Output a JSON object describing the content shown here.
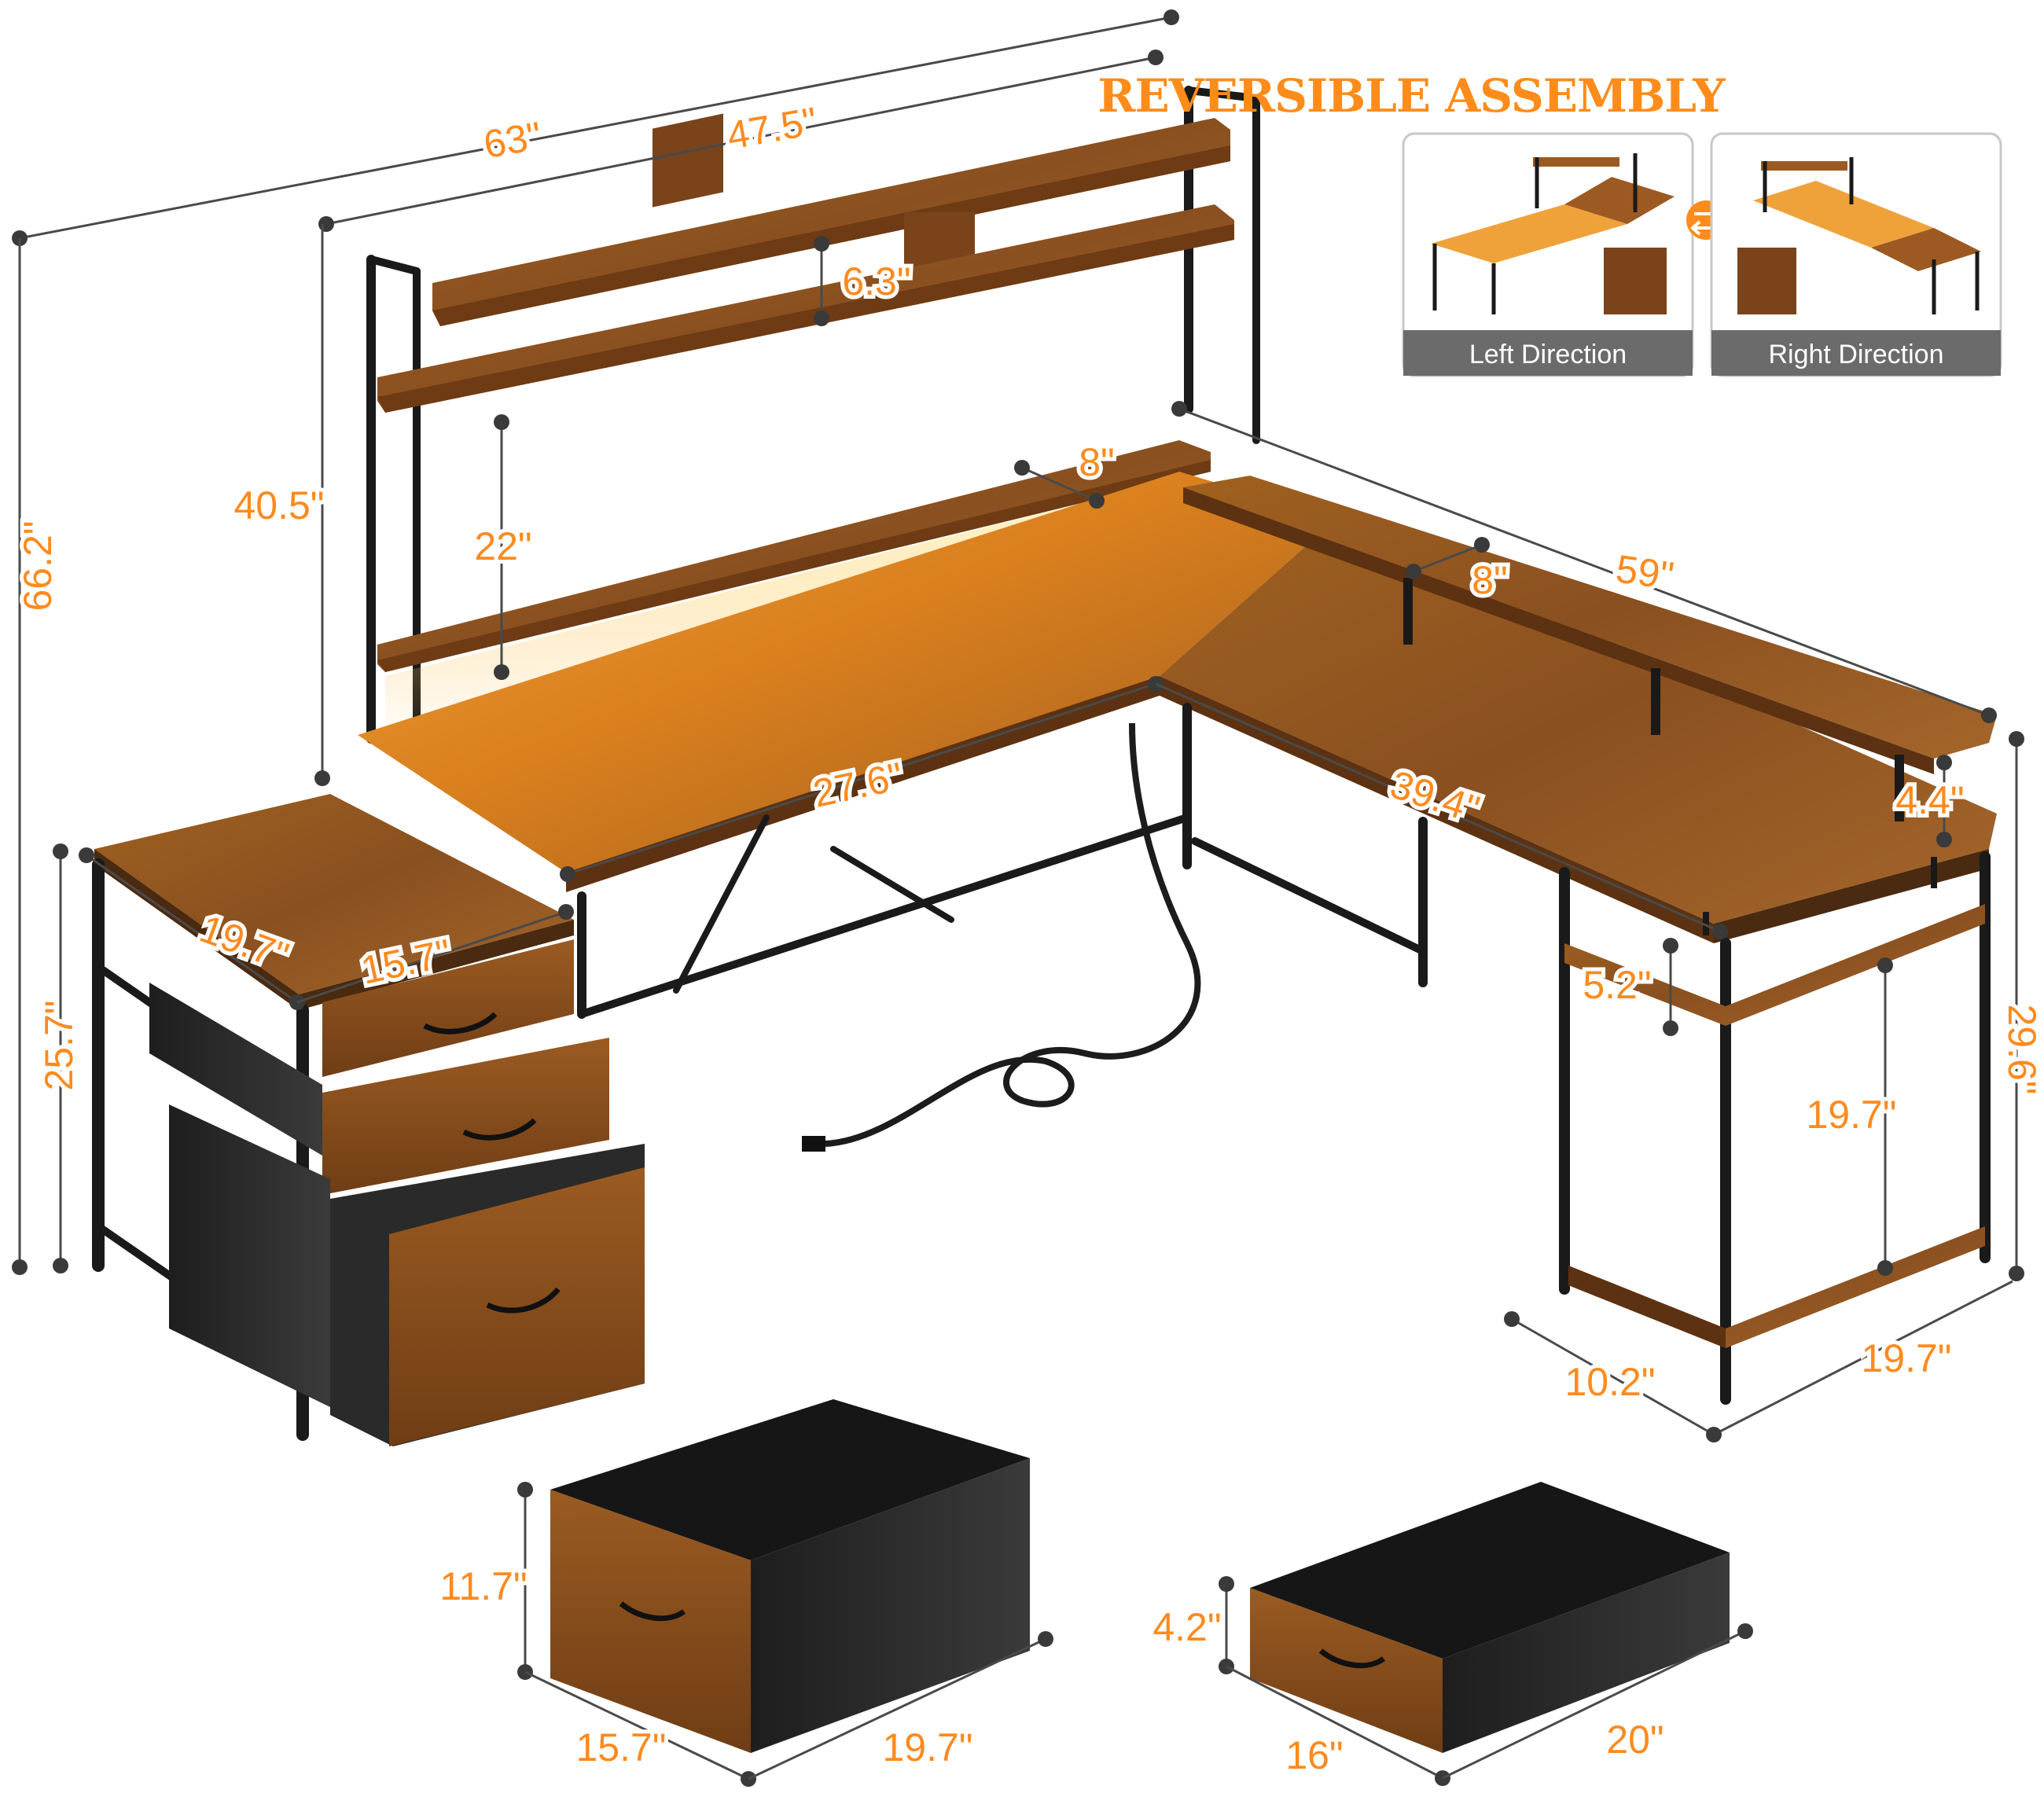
{
  "header": {
    "title": "REVERSIBLE ASSEMBLY"
  },
  "assembly_options": [
    {
      "label": "Left Direction"
    },
    {
      "label": "Right Direction"
    }
  ],
  "swap_icon": "swap-arrows-icon",
  "colors": {
    "accent": "#ff8a1e",
    "wood": "#9c5a22",
    "wood_dark": "#6e3b14",
    "metal": "#1a1a1a",
    "fabric": "#2a2a2a",
    "led": "#ffb640",
    "caption_bg": "#6b6b6b"
  },
  "dimensions": {
    "total_width": "63\"",
    "hutch_width": "47.5\"",
    "shelf_gap": "6.3\"",
    "total_height": "66.2\"",
    "hutch_height": "40.5\"",
    "hutch_clearance": "22\"",
    "hutch_depth": "8\"",
    "riser_depth": "8\"",
    "side_length": "59\"",
    "desk_depth": "27.6\"",
    "desk_length": "39.4\"",
    "riser_height": "4.4\"",
    "cabinet_width": "19.7\"",
    "cabinet_depth": "15.7\"",
    "cabinet_height": "25.7\"",
    "desk_height": "29.6\"",
    "shelf_height_small": "5.2\"",
    "shelf_height_large": "19.7\"",
    "shelf_depth": "10.2\"",
    "shelf_width": "19.7\"",
    "file_drawer": {
      "height": "11.7\"",
      "depth": "15.7\"",
      "width": "19.7\""
    },
    "small_drawer": {
      "height": "4.2\"",
      "depth": "16\"",
      "width": "20\""
    }
  }
}
